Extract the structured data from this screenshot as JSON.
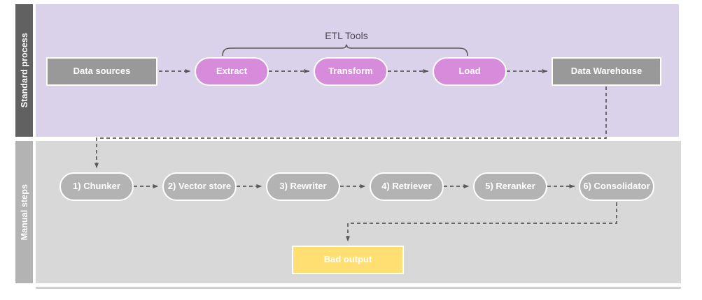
{
  "diagram": {
    "title": "ETL standard process and manual RAG steps",
    "colors": {
      "lane_top_band": "#616161",
      "lane_top_body": "#D9D2EA",
      "lane_bottom_band": "#B3B3B3",
      "lane_bottom_body": "#D8D8D8",
      "node_gray": "#999999",
      "node_purple": "#D78BDB",
      "node_silver": "#B3B3B3",
      "node_amber": "#FFDE72",
      "connector": "#595959",
      "text_dark": "#4D4D4D",
      "text_light": "#FFFFFF"
    },
    "lanes": [
      {
        "id": "standard",
        "label": "Standard process"
      },
      {
        "id": "manual",
        "label": "Manual steps"
      }
    ],
    "annotations": {
      "etl_bracket_label": "ETL Tools"
    },
    "standard_process": {
      "nodes": [
        {
          "id": "data-sources",
          "label": "Data sources",
          "shape": "rect",
          "color": "gray"
        },
        {
          "id": "extract",
          "label": "Extract",
          "shape": "pill",
          "color": "purple"
        },
        {
          "id": "transform",
          "label": "Transform",
          "shape": "pill",
          "color": "purple"
        },
        {
          "id": "load",
          "label": "Load",
          "shape": "pill",
          "color": "purple"
        },
        {
          "id": "data-warehouse",
          "label": "Data Warehouse",
          "shape": "rect",
          "color": "gray"
        }
      ]
    },
    "manual_steps": {
      "nodes": [
        {
          "id": "chunker",
          "label": "1) Chunker",
          "shape": "pill",
          "color": "silver"
        },
        {
          "id": "vector-store",
          "label": "2) Vector store",
          "shape": "pill",
          "color": "silver"
        },
        {
          "id": "rewriter",
          "label": "3) Rewriter",
          "shape": "pill",
          "color": "silver"
        },
        {
          "id": "retriever",
          "label": "4) Retriever",
          "shape": "pill",
          "color": "silver"
        },
        {
          "id": "reranker",
          "label": "5) Reranker",
          "shape": "pill",
          "color": "silver"
        },
        {
          "id": "consolidator",
          "label": "6) Consolidator",
          "shape": "pill",
          "color": "silver"
        }
      ],
      "outcome": {
        "id": "bad-output",
        "label": "Bad output",
        "shape": "rect",
        "color": "amber"
      }
    },
    "edges": [
      {
        "from": "data-sources",
        "to": "extract",
        "style": "dashed-arrow"
      },
      {
        "from": "extract",
        "to": "transform",
        "style": "dashed-arrow"
      },
      {
        "from": "transform",
        "to": "load",
        "style": "dashed-arrow"
      },
      {
        "from": "load",
        "to": "data-warehouse",
        "style": "dashed-arrow"
      },
      {
        "from": "data-warehouse",
        "to": "chunker",
        "style": "dashed-arrow-elbow"
      },
      {
        "from": "chunker",
        "to": "vector-store",
        "style": "dashed-arrow"
      },
      {
        "from": "vector-store",
        "to": "rewriter",
        "style": "dashed-arrow"
      },
      {
        "from": "rewriter",
        "to": "retriever",
        "style": "dashed-arrow"
      },
      {
        "from": "retriever",
        "to": "reranker",
        "style": "dashed-arrow"
      },
      {
        "from": "reranker",
        "to": "consolidator",
        "style": "dashed-arrow"
      },
      {
        "from": "consolidator",
        "to": "bad-output",
        "style": "dashed-arrow-elbow"
      }
    ]
  }
}
